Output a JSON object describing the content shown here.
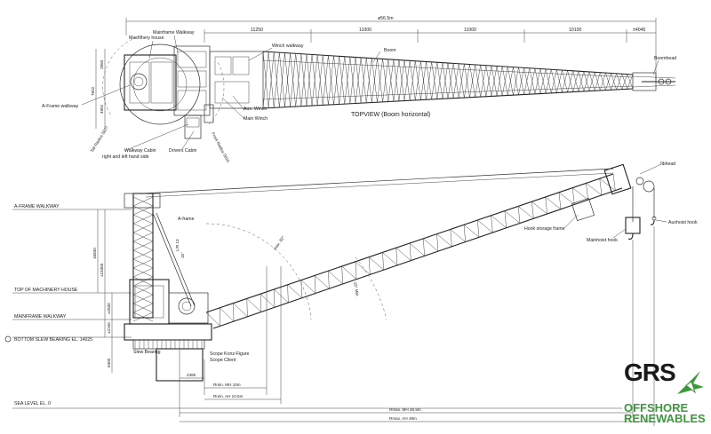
{
  "top_view": {
    "title": "TOPVIEW (Boom horizontal)",
    "overall_dim": "ø56.5m",
    "segment_dims": [
      "11250",
      "11000",
      "11000",
      "10100",
      "±4045"
    ],
    "side_dims": [
      "2850",
      "7802",
      "4952"
    ],
    "labels": {
      "mainframe_walkway": "Mainframe Walkway",
      "machinery_house": "Machinery house",
      "winch_walkway": "Winch walkway",
      "boom": "Boom",
      "boomhead": "Boomhead",
      "a_frame_walkway": "A-Frame walkway",
      "aux_winch": "Aux. Winch",
      "main_winch": "Main Winch",
      "tail_radius": "Tail Radius 5827",
      "walkway_cabin": "Walkway Cabin",
      "walkway_cabin_2": "right and left hand side",
      "drivers_cabin": "Drivers Cabin",
      "front_radius": "Front Radius 5810"
    }
  },
  "side_view": {
    "left_labels": {
      "a_frame_walkway": "A-FRAME WALKWAY",
      "top_machinery": "TOP OF MACHINERY HOUSE",
      "mainframe_walkway": "MAINFRAME WALKWAY",
      "bottom_slew": "BOTTOM SLEW BEARING EL. 14025",
      "sea_level": "SEA LEVEL EL. 0"
    },
    "vert_dims": [
      "16840",
      "±15355",
      "±2830",
      "±2150",
      "5300"
    ],
    "labels": {
      "jibhead": "Jibhead",
      "a_frame": "A-frame",
      "auxhoist_hook": "Auxhoist hook",
      "hook_storage": "Hook storage frame",
      "mainhoist_hook": "Mainhoist hook",
      "slew_bearing": "Slew Bearing",
      "scope_kons": "Scope Konz-Figure",
      "scope_client": "Scope Client",
      "angle_max": "max. 82°",
      "angle_min": "15° Min.",
      "lr_small": "15°",
      "ir": "L/R 13"
    },
    "radius_dims": {
      "d1": "2385",
      "rmin_mh": "Rmin. MH 10m",
      "rmin_ah": "Rmin. AH 10.5m",
      "rmax_mh": "Rmax. MH 46.5m",
      "rmax_ah": "Rmax. AH 49m"
    }
  },
  "logo": {
    "line1": "GRS",
    "line2": "OFFSHORE",
    "line3": "RENEWABLES",
    "accent": "#3a9a3a"
  }
}
